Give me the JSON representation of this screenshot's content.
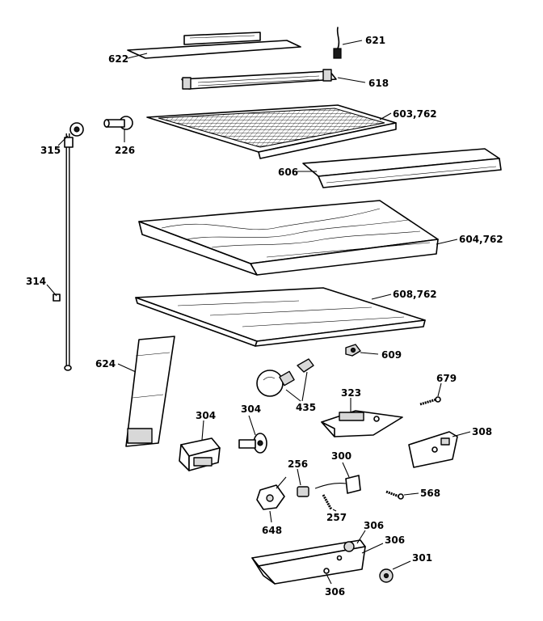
{
  "diagram": {
    "labels": {
      "l622": "622",
      "l621": "621",
      "l618": "618",
      "l603": "603,762",
      "l315": "315",
      "l226": "226",
      "l606": "606",
      "l604": "604,762",
      "l314": "314",
      "l608": "608,762",
      "l624": "624",
      "l609": "609",
      "l679": "679",
      "l435": "435",
      "l323": "323",
      "l304a": "304",
      "l304b": "304",
      "l308": "308",
      "l300": "300",
      "l256": "256",
      "l568": "568",
      "l257": "257",
      "l648": "648",
      "l306a": "306",
      "l306b": "306",
      "l306c": "306",
      "l301": "301"
    }
  }
}
